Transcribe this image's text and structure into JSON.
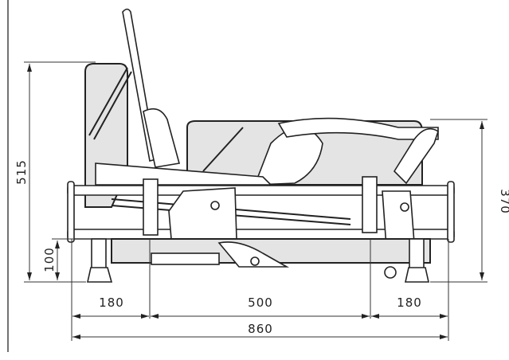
{
  "dimensions": {
    "overall_height": "515",
    "leg_height": "100",
    "frame_height": "370",
    "left_overhang": "180",
    "leg_spacing": "500",
    "right_overhang": "180",
    "overall_length": "860"
  },
  "colors": {
    "line": "#222222",
    "panel": "#e4e4e4"
  }
}
